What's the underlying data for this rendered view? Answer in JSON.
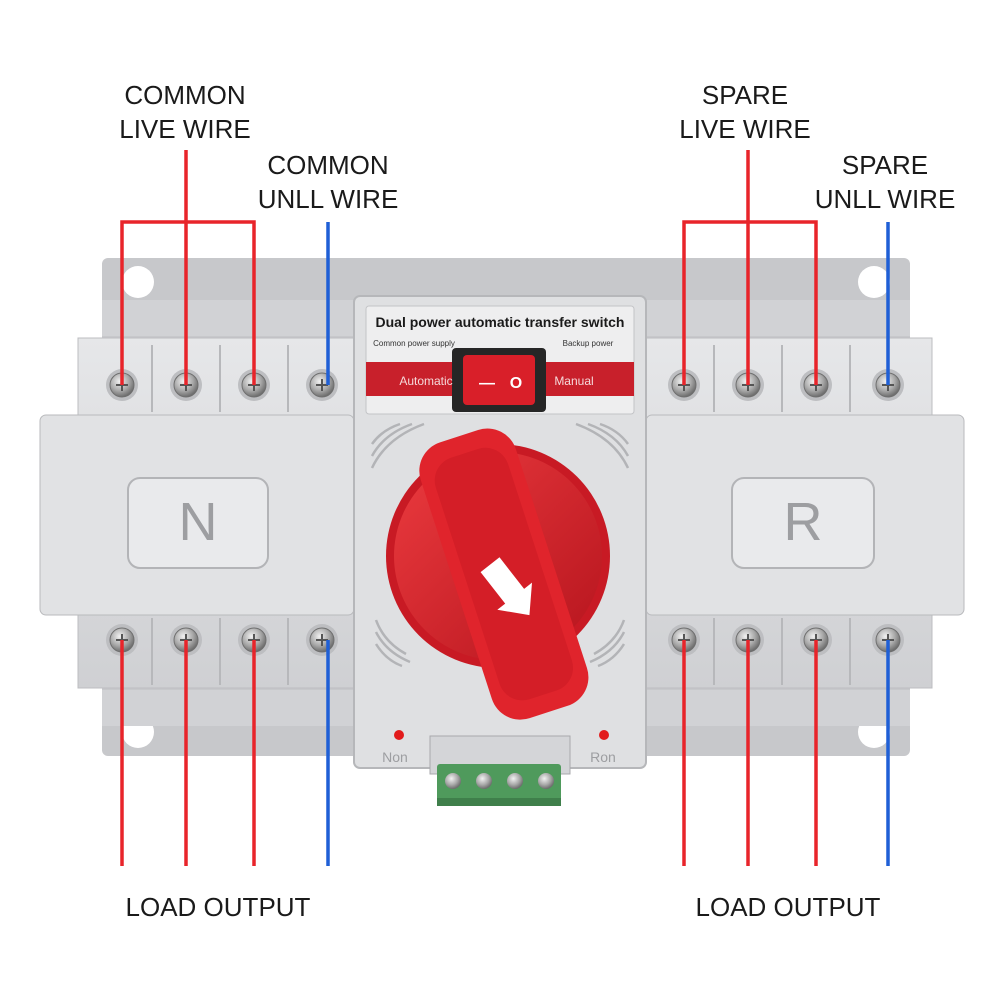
{
  "labels": {
    "common_live": {
      "line1": "COMMON",
      "line2": "LIVE WIRE"
    },
    "common_null": {
      "line1": "COMMON",
      "line2": "UNLL WIRE"
    },
    "spare_live": {
      "line1": "SPARE",
      "line2": "LIVE WIRE"
    },
    "spare_null": {
      "line1": "SPARE",
      "line2": "UNLL WIRE"
    },
    "load_output_left": "LOAD OUTPUT",
    "load_output_right": "LOAD OUTPUT"
  },
  "device": {
    "panel_title": "Dual power automatic transfer switch",
    "common_power_supply": "Common power supply",
    "backup_power": "Backup power",
    "automatic": "Automatic",
    "manual": "Manual",
    "switch_off_symbol": "—",
    "switch_on_symbol": "O",
    "left_module": "N",
    "right_module": "R",
    "left_indicator": "Non",
    "right_indicator": "Ron"
  },
  "colors": {
    "live_wire": "#e8242a",
    "null_wire": "#1f5fd6",
    "handle": "#d6202a",
    "housing": "#d9dadc"
  }
}
